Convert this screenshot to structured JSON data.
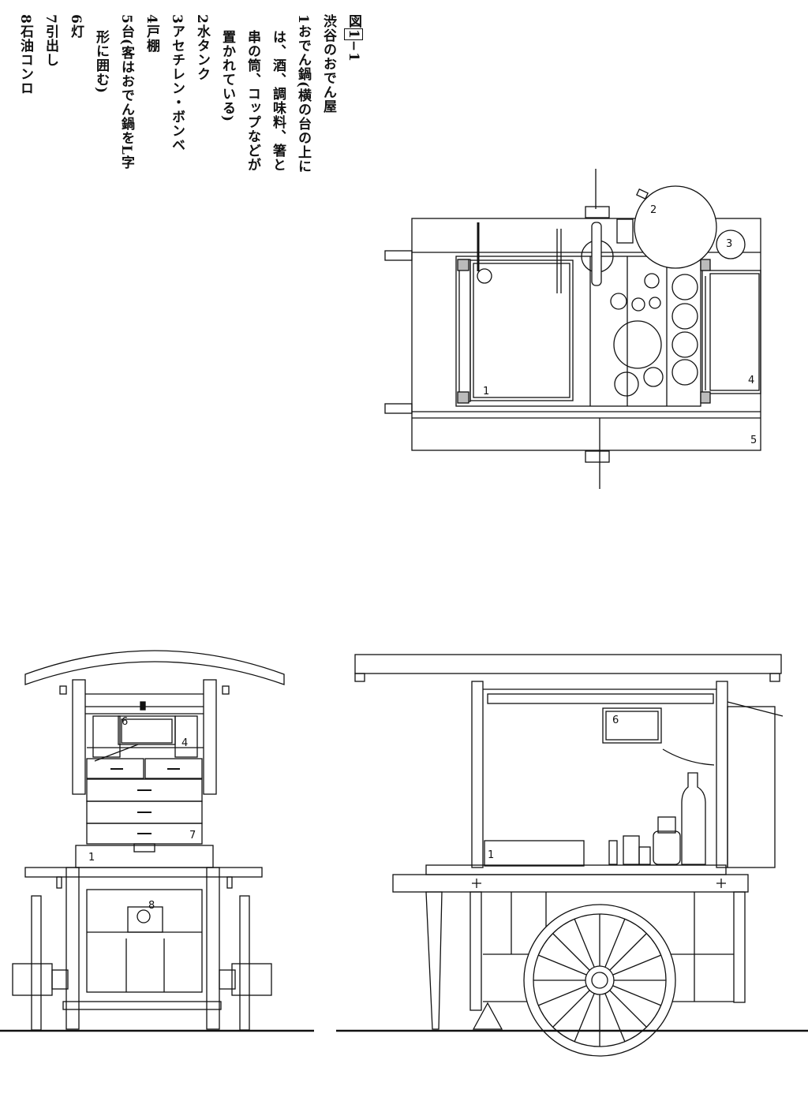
{
  "figure": {
    "label": "図",
    "number": "1",
    "suffix": "−1",
    "title": "渋谷のおでん屋"
  },
  "legend": [
    {
      "num": "1",
      "lines": [
        "おでん鍋(横の台の上に",
        "は、酒、調味料、箸と",
        "串の筒、コップなどが",
        "置かれている)"
      ]
    },
    {
      "num": "2",
      "lines": [
        "水タンク"
      ]
    },
    {
      "num": "3",
      "lines": [
        "アセチレン・ボンベ"
      ]
    },
    {
      "num": "4",
      "lines": [
        "戸棚"
      ]
    },
    {
      "num": "5",
      "lines": [
        "台(客はおでん鍋をL字",
        "形に囲む)"
      ]
    },
    {
      "num": "6",
      "lines": [
        "灯"
      ]
    },
    {
      "num": "7",
      "lines": [
        "引出し"
      ]
    },
    {
      "num": "8",
      "lines": [
        "石油コンロ"
      ]
    }
  ],
  "callouts": {
    "plan": [
      "1",
      "2",
      "3",
      "4",
      "5"
    ],
    "front": [
      "6",
      "4",
      "7",
      "1",
      "8"
    ],
    "side": [
      "6",
      "1"
    ]
  },
  "colors": {
    "ink": "#111111",
    "paper": "#ffffff"
  }
}
